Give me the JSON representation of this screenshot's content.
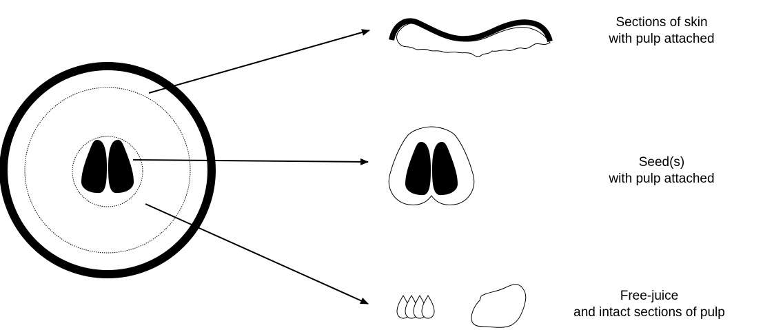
{
  "labels": {
    "skin": {
      "line1": "Sections of skin",
      "line2": "with pulp attached"
    },
    "seed": {
      "line1": "Seed(s)",
      "line2": "with pulp attached"
    },
    "juice": {
      "line1": "Free-juice",
      "line2": "and intact sections of pulp"
    }
  },
  "colors": {
    "ink": "#000000",
    "background": "#ffffff"
  }
}
